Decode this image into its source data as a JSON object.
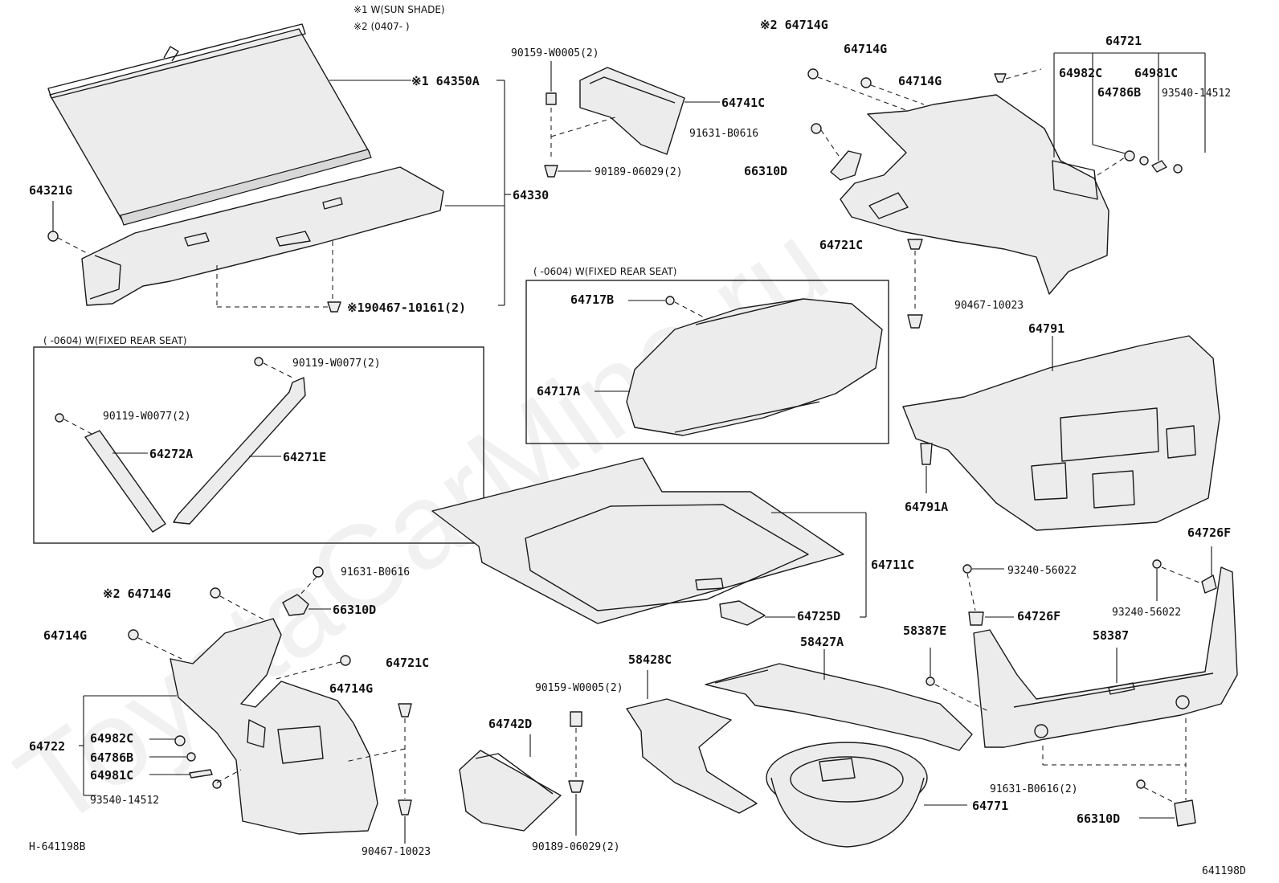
{
  "diagram": {
    "code_left": "H-641198B",
    "code_right": "641198D",
    "watermark": "ToyotaCarMine.ru",
    "notes": {
      "n1": "※1 W(SUN  SHADE)",
      "n2": "※2 (0407-      )",
      "box_left_title": "(      -0604)  W(FIXED REAR SEAT)",
      "box_mid_title": "(      -0604)  W(FIXED REAR SEAT)"
    },
    "labels": {
      "l_64350A": "※1 64350A",
      "l_64321G": "64321G",
      "l_64330": "64330",
      "l_90467_10161": "※190467-10161(2)",
      "l_90159_top": "90159-W0005(2)",
      "l_64741C": "64741C",
      "l_90189_top": "90189-06029(2)",
      "l_64714G_a": "※2 64714G",
      "l_64714G_b": "64714G",
      "l_64714G_c": "64714G",
      "l_91631_top": "91631-B0616",
      "l_66310D_top": "66310D",
      "l_64721C_top": "64721C",
      "l_90467_top": "90467-10023",
      "l_64721": "64721",
      "l_64982C_r": "64982C",
      "l_64981C_r": "64981C",
      "l_64786B_r": "64786B",
      "l_93540_r": "93540-14512",
      "l_90119_a": "90119-W0077(2)",
      "l_90119_b": "90119-W0077(2)",
      "l_64272A": "64272A",
      "l_64271E": "64271E",
      "l_64717B": "64717B",
      "l_64717A": "64717A",
      "l_64791": "64791",
      "l_64791A": "64791A",
      "l_64711C": "64711C",
      "l_64725D": "64725D",
      "l_91631_mid": "91631-B0616",
      "l_66310D_mid": "66310D",
      "l_64714G_d": "※2 64714G",
      "l_64714G_e": "64714G",
      "l_64714G_f": "64714G",
      "l_64721C_b": "64721C",
      "l_64722": "64722",
      "l_64982C_l": "64982C",
      "l_64786B_l": "64786B",
      "l_64981C_l": "64981C",
      "l_93540_l": "93540-14512",
      "l_90467_bot": "90467-10023",
      "l_90159_bot": "90159-W0005(2)",
      "l_64742D": "64742D",
      "l_90189_bot": "90189-06029(2)",
      "l_58428C": "58428C",
      "l_58427A": "58427A",
      "l_64771": "64771",
      "l_93240_a": "93240-56022",
      "l_64726F_a": "64726F",
      "l_64726F_b": "64726F",
      "l_93240_b": "93240-56022",
      "l_58387E": "58387E",
      "l_58387": "58387",
      "l_91631_bot": "91631-B0616(2)",
      "l_66310D_bot": "66310D"
    }
  }
}
